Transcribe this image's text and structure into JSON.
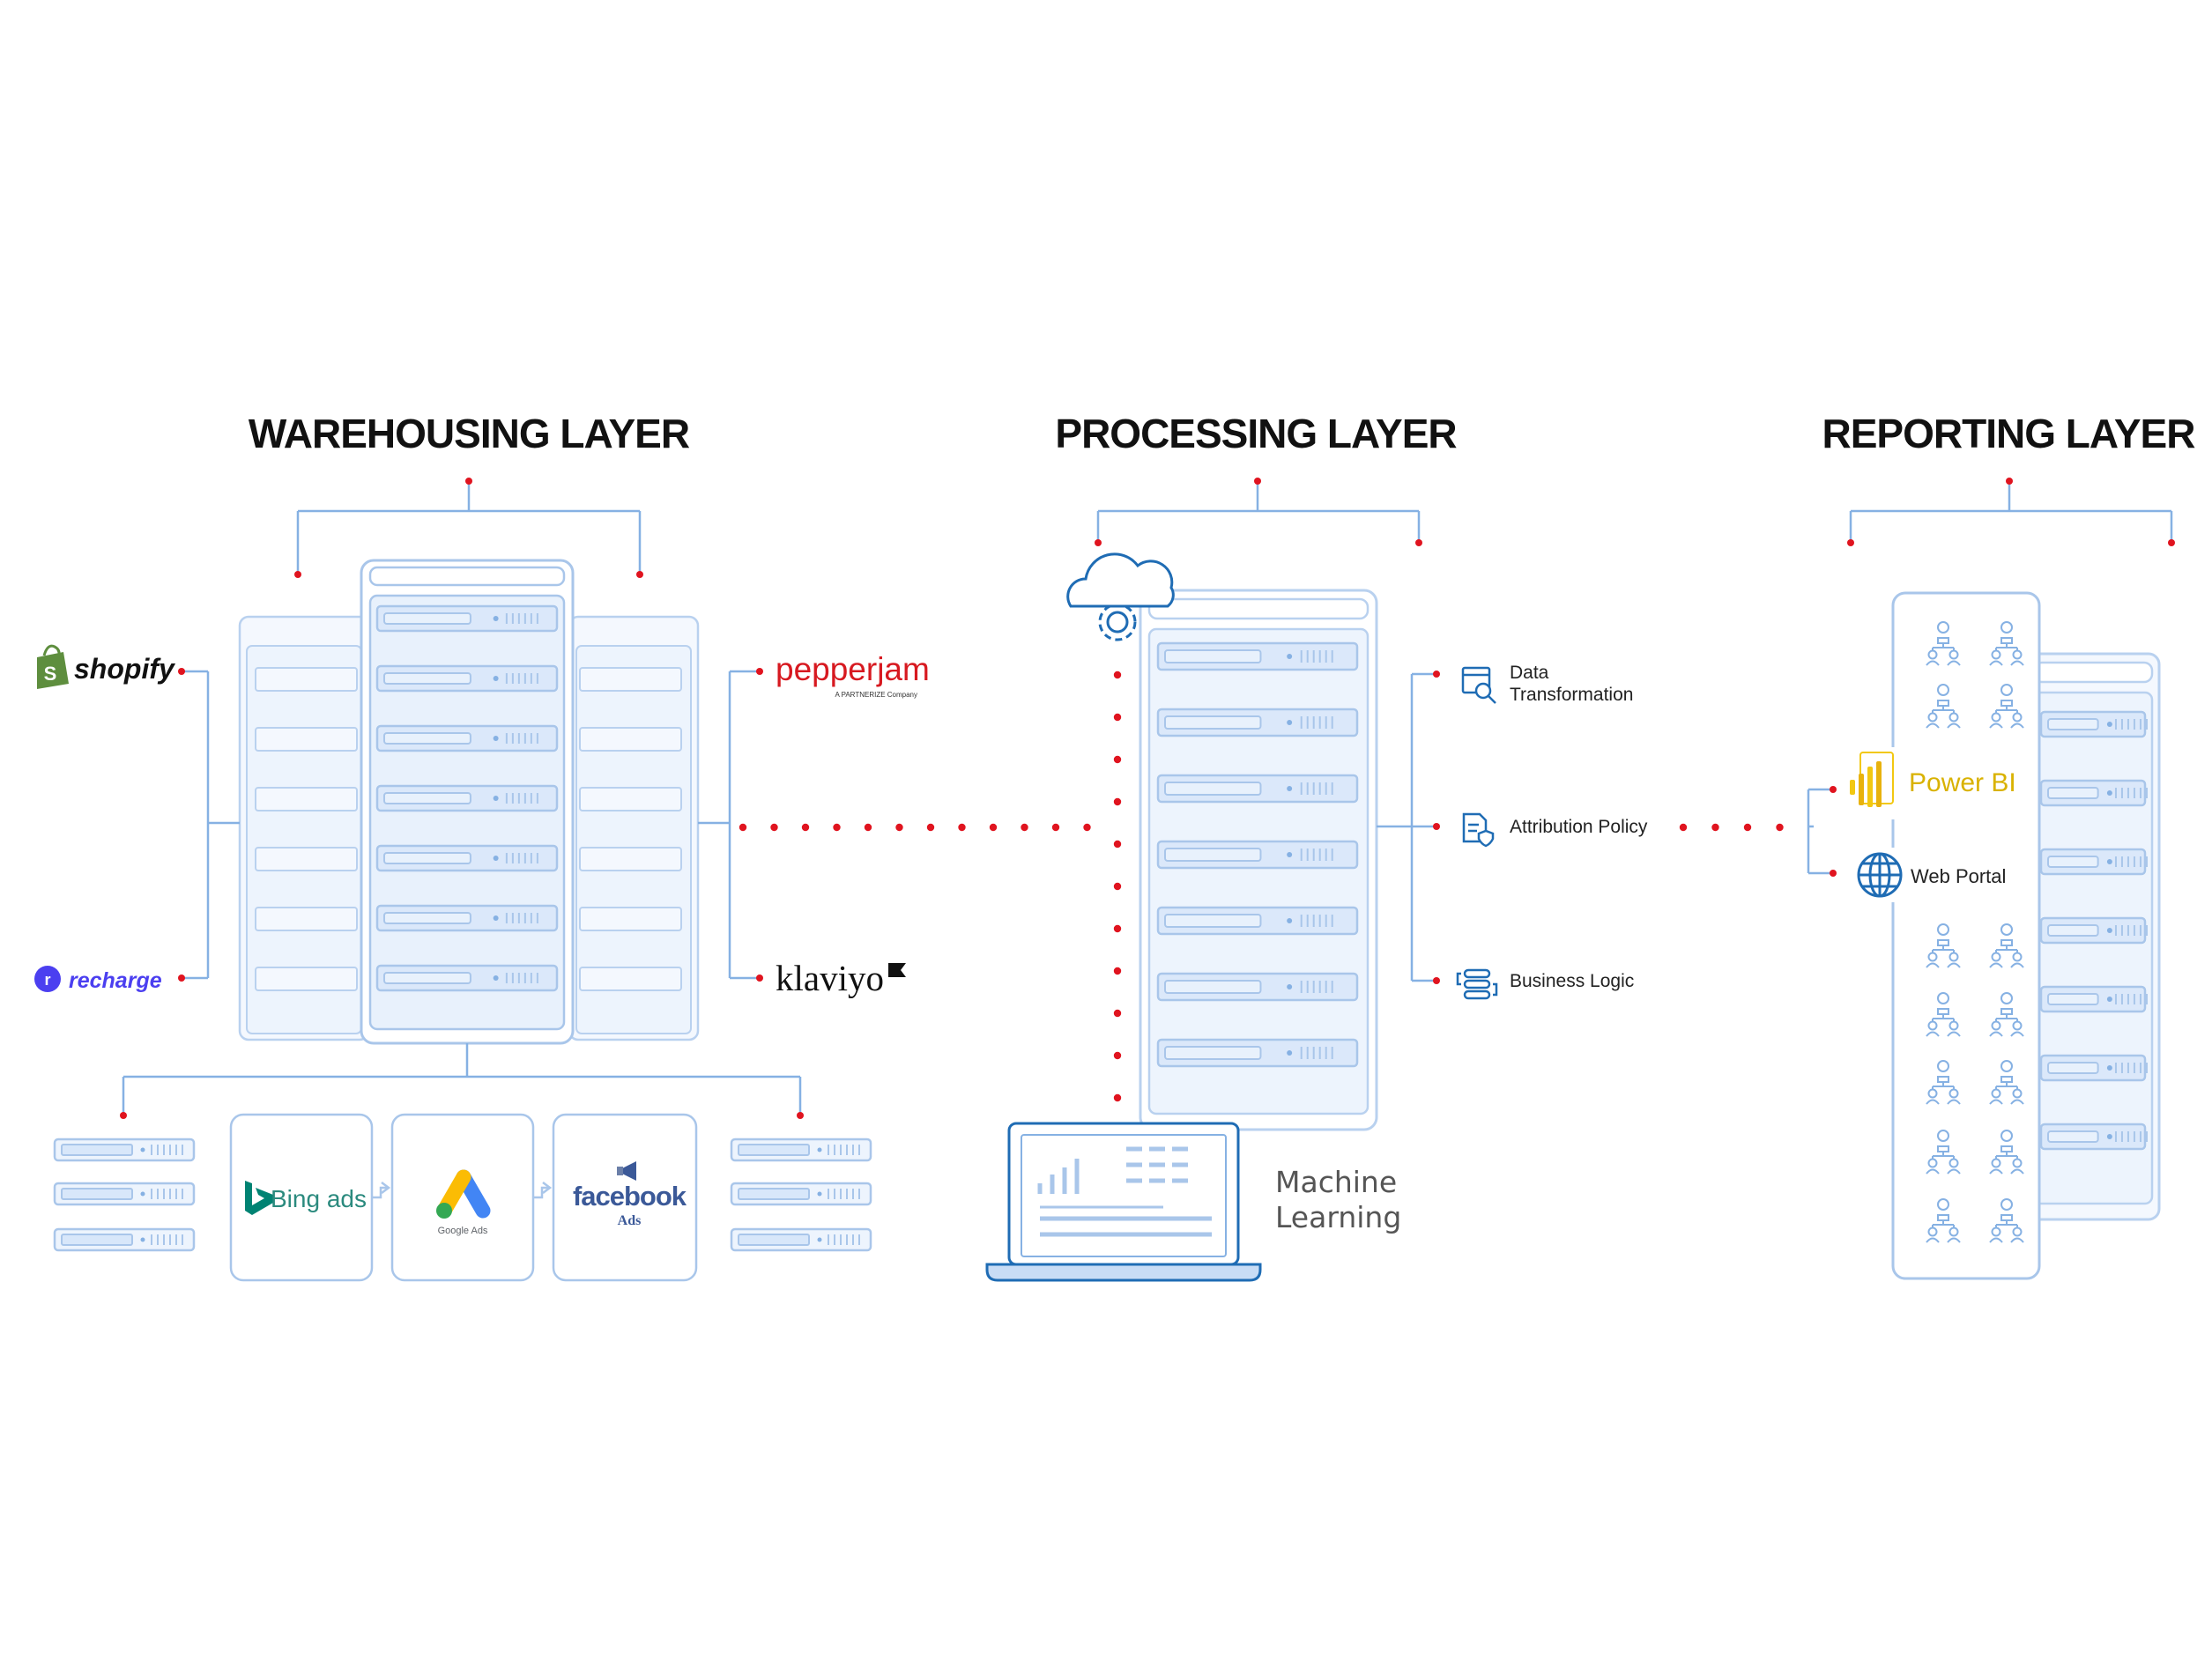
{
  "layers": {
    "warehousing": "WAREHOUSING LAYER",
    "processing": "PROCESSING LAYER",
    "reporting": "REPORTING LAYER"
  },
  "warehousing": {
    "left_sources": [
      {
        "name": "shopify",
        "icon": "shopify-bag-icon"
      },
      {
        "name": "recharge",
        "icon": "recharge-r-icon"
      }
    ],
    "right_sources": [
      {
        "name": "pepperjam",
        "tagline": "A PARTNERIZE Company"
      },
      {
        "name": "klaviyo",
        "icon": "klaviyo-flag-icon"
      }
    ],
    "ad_platforms": [
      {
        "name": "Bing ads",
        "icon": "bing-icon"
      },
      {
        "name": "Google Ads",
        "icon": "google-ads-icon"
      },
      {
        "name": "facebook",
        "sub": "Ads",
        "icon": "megaphone-icon"
      }
    ]
  },
  "processing": {
    "services": [
      {
        "line1": "Data",
        "line2": "Transformation",
        "icon": "data-search-icon"
      },
      {
        "line1": "Attribution Policy",
        "line2": "",
        "icon": "policy-document-icon"
      },
      {
        "line1": "Business Logic",
        "line2": "",
        "icon": "logic-stack-icon"
      }
    ],
    "machine_learning": {
      "line1": "Machine",
      "line2": "Learning",
      "icon": "laptop-chart-icon"
    },
    "cloud_icon": "cloud-gear-icon"
  },
  "reporting": {
    "outputs": [
      {
        "name": "Power BI",
        "icon": "power-bi-icon"
      },
      {
        "name": "Web Portal",
        "icon": "globe-icon"
      }
    ],
    "user_icon": "org-chart-icon"
  },
  "colors": {
    "server_outline": "#a9c6ea",
    "server_fill": "#edf4fd",
    "connector": "#86b1e3",
    "dots": "#e0141f",
    "title": "#111111",
    "shopify_green": "#5e8e3e",
    "recharge_purple": "#4b3ff0",
    "pepperjam_red": "#d71920",
    "power_bi_yellow": "#f2c811",
    "globe_blue": "#1f6cb4"
  }
}
